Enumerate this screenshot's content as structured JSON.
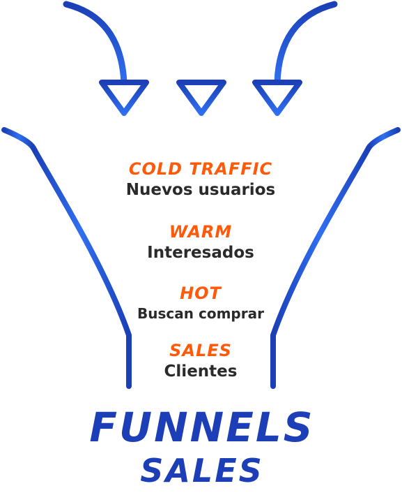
{
  "stages": [
    {
      "label": "COLD TRAFFIC",
      "sublabel": "Nuevos usuarios"
    },
    {
      "label": "WARM",
      "sublabel": "Interesados"
    },
    {
      "label": "HOT",
      "sublabel": "Buscan comprar"
    },
    {
      "label": "SALES",
      "sublabel": "Clientes"
    }
  ],
  "title": {
    "main": "FUNNELS",
    "sub": "SALES"
  },
  "colors": {
    "funnel_blue_dark": "#1b3fb5",
    "funnel_blue_light": "#2f6ff0",
    "label_orange": "#ff5a0a",
    "sublabel_dark": "#2a2a2a",
    "title_blue": "#1c3fb8"
  },
  "icons": [
    "arrow-down-icon",
    "arrow-down-icon",
    "arrow-down-icon"
  ]
}
